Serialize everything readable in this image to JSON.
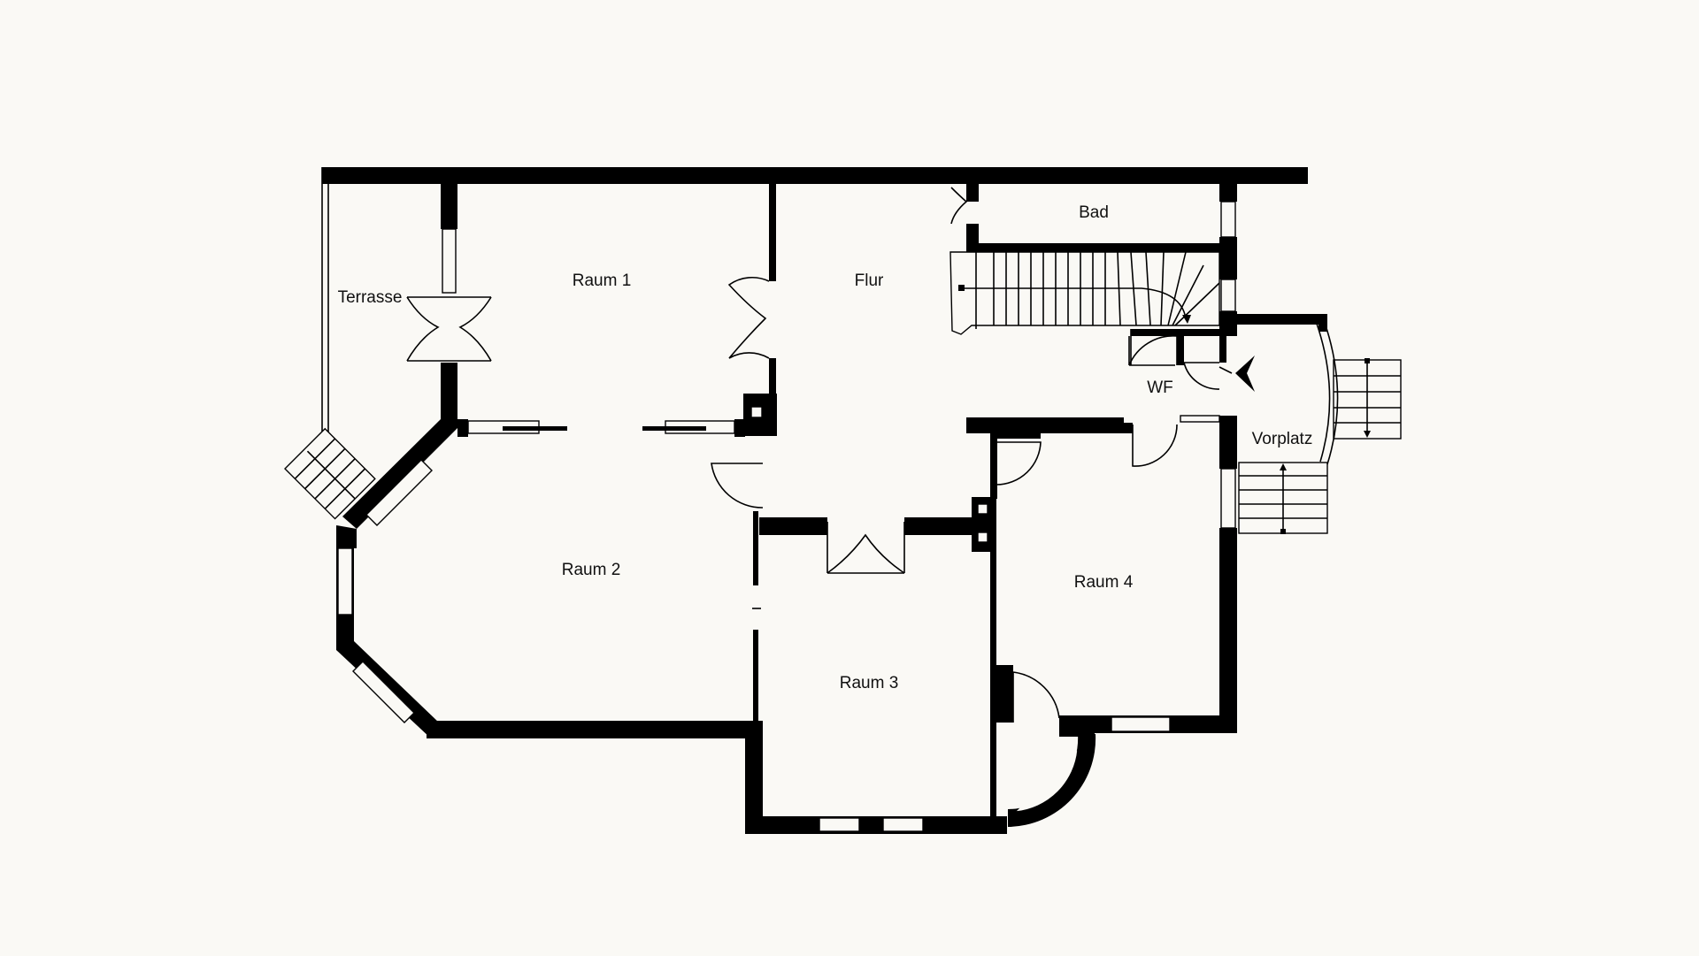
{
  "rooms": {
    "raum1": "Raum 1",
    "flur": "Flur",
    "bad": "Bad",
    "terrasse": "Terrasse",
    "wf": "WF",
    "vorplatz": "Vorplatz",
    "raum2": "Raum 2",
    "raum3": "Raum 3",
    "raum4": "Raum 4"
  },
  "colors": {
    "background": "#faf9f5",
    "walls": "#000000"
  }
}
